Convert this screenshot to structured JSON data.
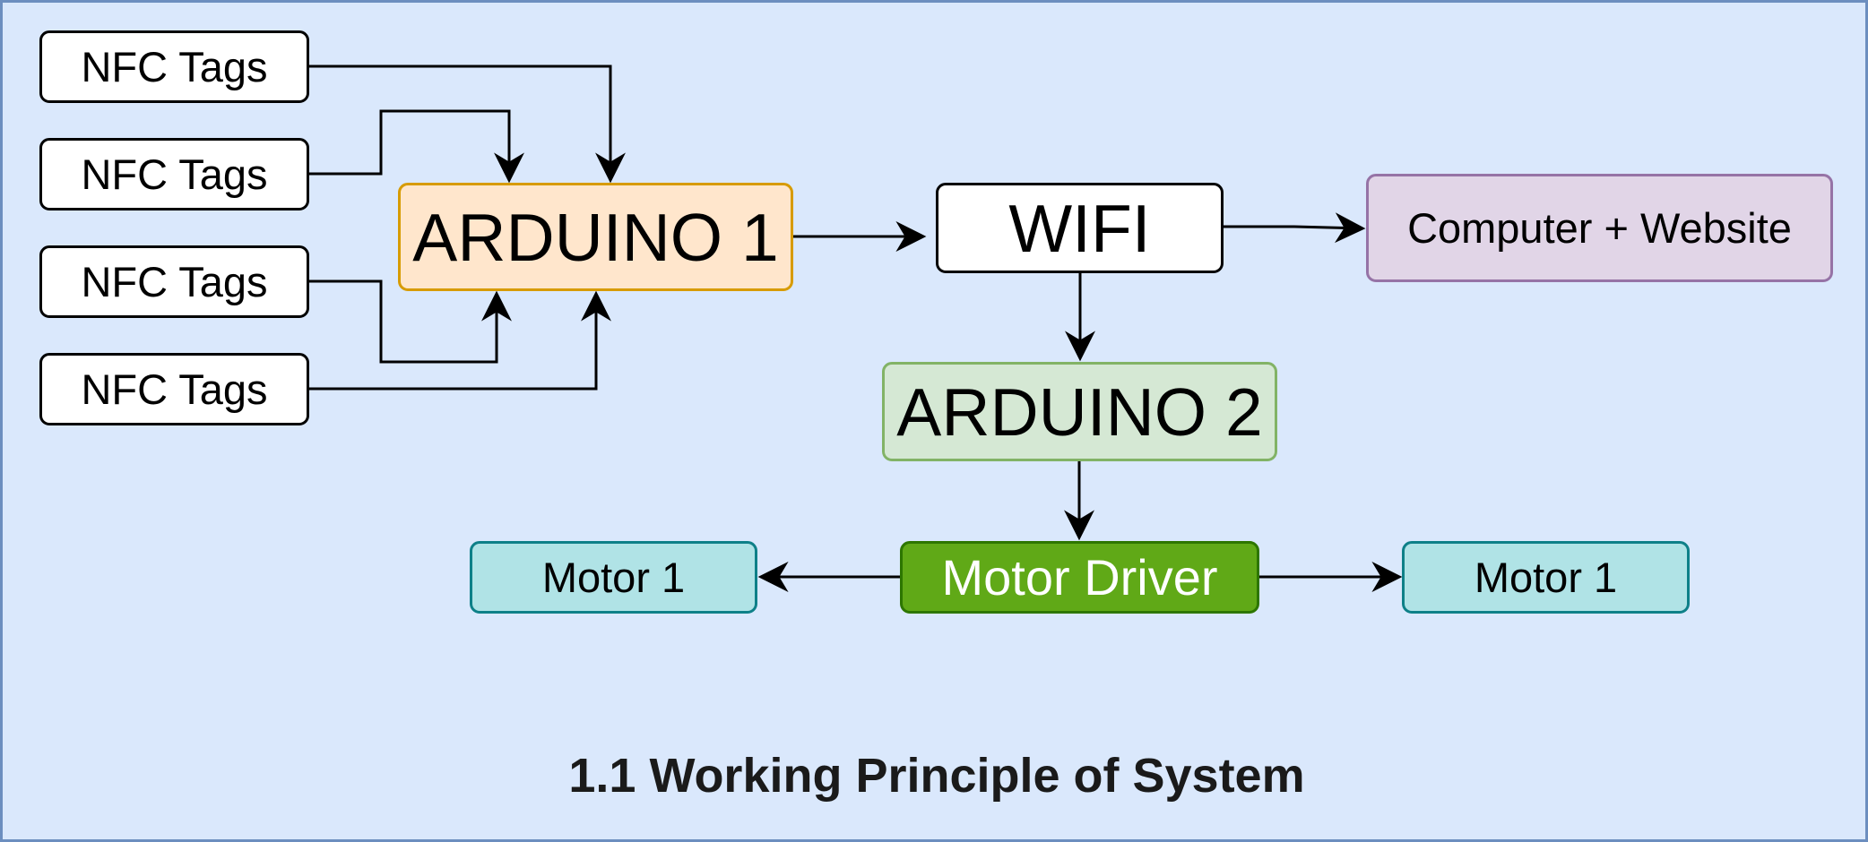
{
  "diagram": {
    "nfc_tags": [
      "NFC Tags",
      "NFC Tags",
      "NFC Tags",
      "NFC Tags"
    ],
    "arduino1": "ARDUINO 1",
    "wifi": "WIFI",
    "computer": "Computer + Website",
    "arduino2": "ARDUINO 2",
    "motor_driver": "Motor Driver",
    "motor_left": "Motor 1",
    "motor_right": "Motor 1",
    "caption": "1.1 Working Principle of System"
  },
  "colors": {
    "background": "#dae8fc",
    "arduino1_fill": "#ffe6cc",
    "arduino2_fill": "#d5e8d4",
    "computer_fill": "#e1d5e7",
    "motor_driver_fill": "#60a917",
    "motor_fill": "#b0e3e6"
  }
}
